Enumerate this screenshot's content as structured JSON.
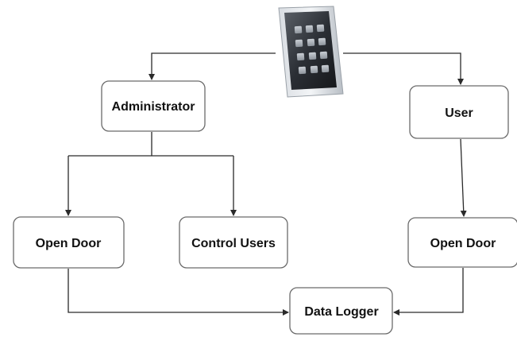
{
  "diagram": {
    "nodes": {
      "keypad": {
        "icon": "keypad-device-icon",
        "keys": 12
      },
      "administrator": {
        "label": "Administrator"
      },
      "user": {
        "label": "User"
      },
      "open_door_admin": {
        "label": "Open Door"
      },
      "control_users": {
        "label": "Control Users"
      },
      "open_door_user": {
        "label": "Open Door"
      },
      "data_logger": {
        "label": "Data Logger"
      }
    },
    "edges": [
      {
        "from": "keypad",
        "to": "administrator"
      },
      {
        "from": "keypad",
        "to": "user"
      },
      {
        "from": "administrator",
        "to": "open_door_admin"
      },
      {
        "from": "administrator",
        "to": "control_users"
      },
      {
        "from": "user",
        "to": "open_door_user"
      },
      {
        "from": "open_door_admin",
        "to": "data_logger"
      },
      {
        "from": "open_door_user",
        "to": "data_logger"
      }
    ]
  }
}
